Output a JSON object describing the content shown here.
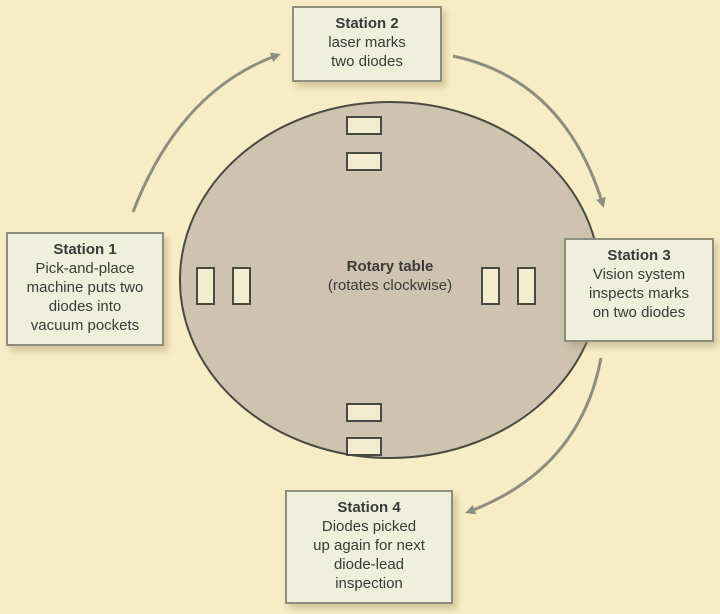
{
  "table": {
    "title": "Rotary table",
    "subtitle": "(rotates clockwise)"
  },
  "stations": [
    {
      "title": "Station 1",
      "lines": [
        "Pick-and-place",
        "machine puts two",
        "diodes into",
        "vacuum pockets"
      ]
    },
    {
      "title": "Station 2",
      "lines": [
        "laser marks",
        "two diodes"
      ]
    },
    {
      "title": "Station 3",
      "lines": [
        "Vision system",
        "inspects marks",
        "on two diodes"
      ]
    },
    {
      "title": "Station 4",
      "lines": [
        "Diodes picked",
        "up again for next",
        "diode-lead",
        "inspection"
      ]
    }
  ],
  "colors": {
    "background": "#f7ecc4",
    "table_fill": "#cdc3ae",
    "box_fill": "#eef0dc",
    "arrow": "#8c8f80"
  }
}
